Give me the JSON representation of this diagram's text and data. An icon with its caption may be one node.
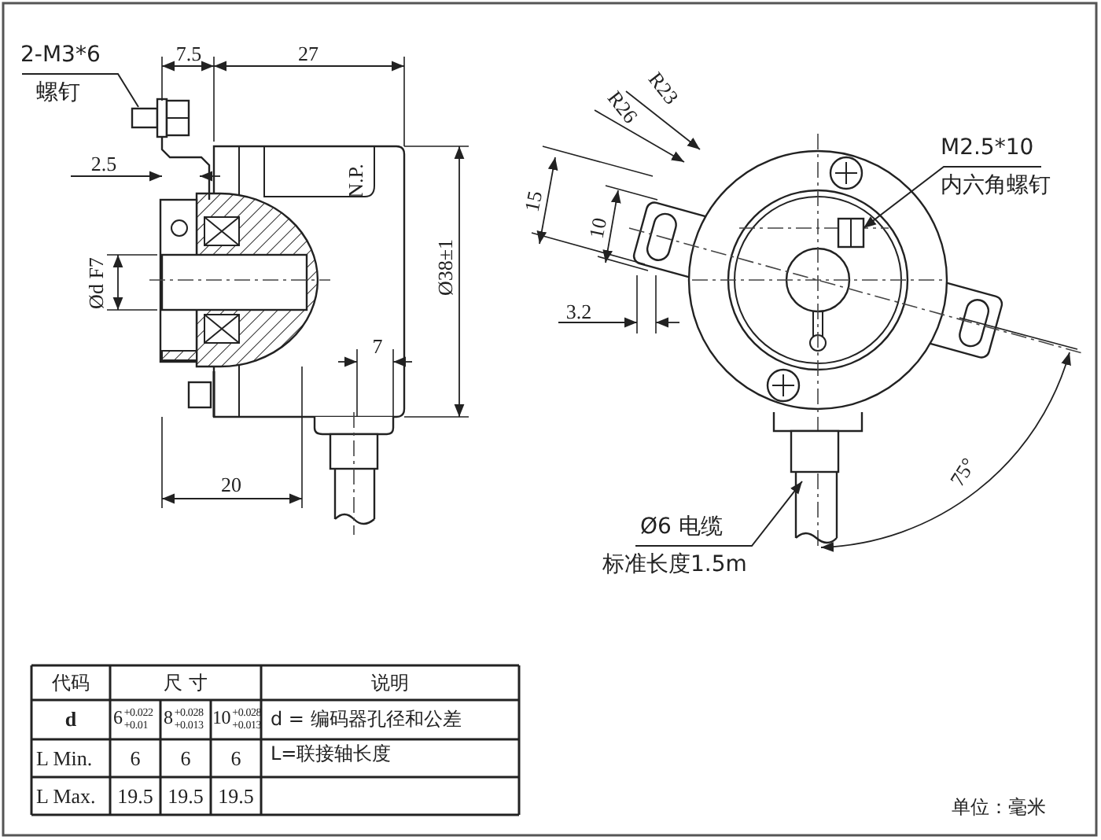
{
  "diagram": {
    "nodes": [
      {
        "text": [
          "2-M3*6",
          "螺钉"
        ]
      },
      {
        "text": [],
        "shape": "picture"
      },
      {
        "text": [
          "M2.5*10",
          "内六角螺钉"
        ]
      },
      {
        "text": [],
        "shape": "picture"
      },
      {
        "text": [
          "Ø6 电缆",
          "标准长度1.5m"
        ]
      },
      {
        "text": [],
        "shape": "picture"
      }
    ],
    "edges": [
      {
        "from": 0,
        "to": 1,
        "arrow": "none"
      },
      {
        "from": 2,
        "to": 3,
        "arrow": "to"
      },
      {
        "from": 4,
        "to": 5,
        "arrow": "to"
      }
    ],
    "labels": [
      "7.5",
      "27",
      "2.5",
      "N.P.",
      "Ød F7",
      "Ø38±1",
      "7",
      "20",
      "R26",
      "R23",
      "15",
      "10",
      "3.2",
      "75°",
      "代码",
      "尺 寸",
      "说明",
      "d",
      "6$^{+0.022}$$_{+0.01}$",
      "8$^{+0.028}$$_{+0.013}$",
      "10$^{+0.028}$$_{+0.013}$",
      "d = 编码器孔径和公差",
      "L Min.",
      "6",
      "6",
      "6",
      "L=联接轴长度",
      "L Max.",
      "19.5",
      "19.5",
      "19.5",
      "单位：毫米"
    ]
  }
}
